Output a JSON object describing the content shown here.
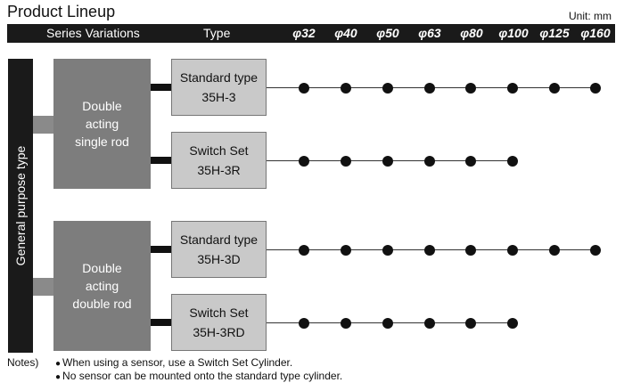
{
  "title": "Product Lineup",
  "unit": "Unit: mm",
  "header": {
    "series_label": "Series Variations",
    "type_label": "Type",
    "bores": [
      "φ32",
      "φ40",
      "φ50",
      "φ63",
      "φ80",
      "φ100",
      "φ125",
      "φ160"
    ]
  },
  "category": "General purpose type",
  "groups": [
    {
      "lines": [
        "Double",
        "acting",
        "single rod"
      ],
      "types": [
        {
          "line1": "Standard type",
          "line2": "35H-3",
          "available": [
            true,
            true,
            true,
            true,
            true,
            true,
            true,
            true
          ]
        },
        {
          "line1": "Switch Set",
          "line2": "35H-3R",
          "available": [
            true,
            true,
            true,
            true,
            true,
            true,
            false,
            false
          ]
        }
      ]
    },
    {
      "lines": [
        "Double",
        "acting",
        "double rod"
      ],
      "types": [
        {
          "line1": "Standard type",
          "line2": "35H-3D",
          "available": [
            true,
            true,
            true,
            true,
            true,
            true,
            true,
            true
          ]
        },
        {
          "line1": "Switch Set",
          "line2": "35H-3RD",
          "available": [
            true,
            true,
            true,
            true,
            true,
            true,
            false,
            false
          ]
        }
      ]
    }
  ],
  "notes": {
    "label": "Notes)",
    "bullet": "●",
    "items": [
      "When using a sensor, use a Switch Set Cylinder.",
      "No sensor can be mounted onto the standard type cylinder."
    ]
  }
}
